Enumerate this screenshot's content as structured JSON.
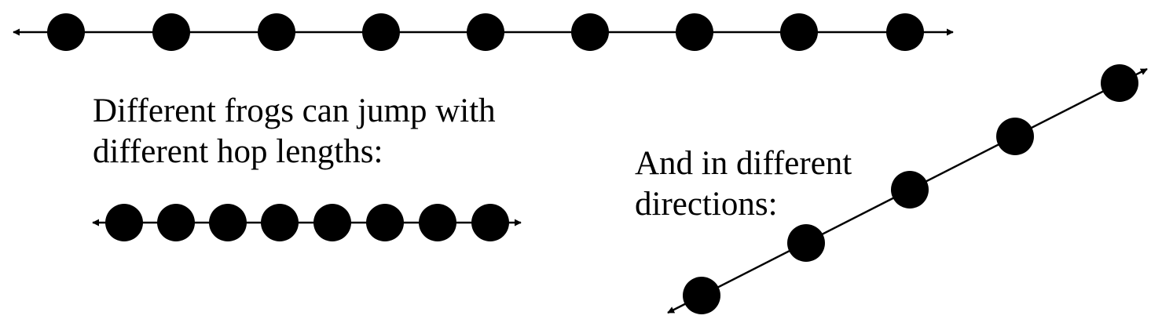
{
  "captions": {
    "hop_lengths": {
      "line1": "Different frogs can jump with",
      "line2": "different hop lengths:"
    },
    "directions": {
      "line1": "And in different",
      "line2": "directions:"
    }
  },
  "colors": {
    "line": "#000000",
    "dot": "#000000",
    "background": "#ffffff"
  }
}
